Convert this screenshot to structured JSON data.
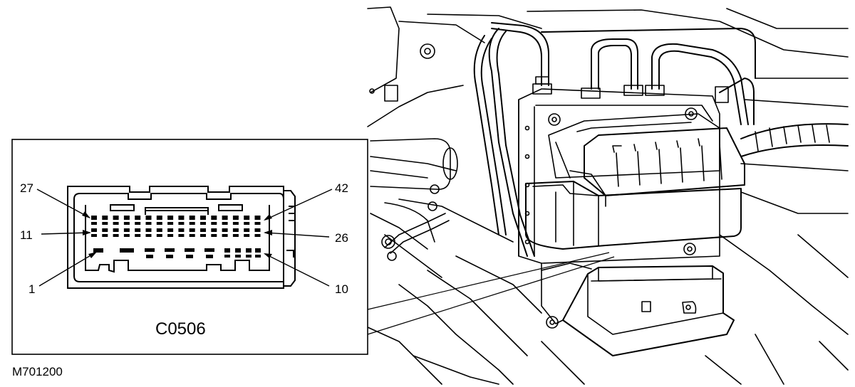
{
  "connector": {
    "name": "C0506",
    "pin_labels": {
      "p27": "27",
      "p42": "42",
      "p11": "11",
      "p26": "26",
      "p1": "1",
      "p10": "10"
    }
  },
  "figure_id": "M701200"
}
